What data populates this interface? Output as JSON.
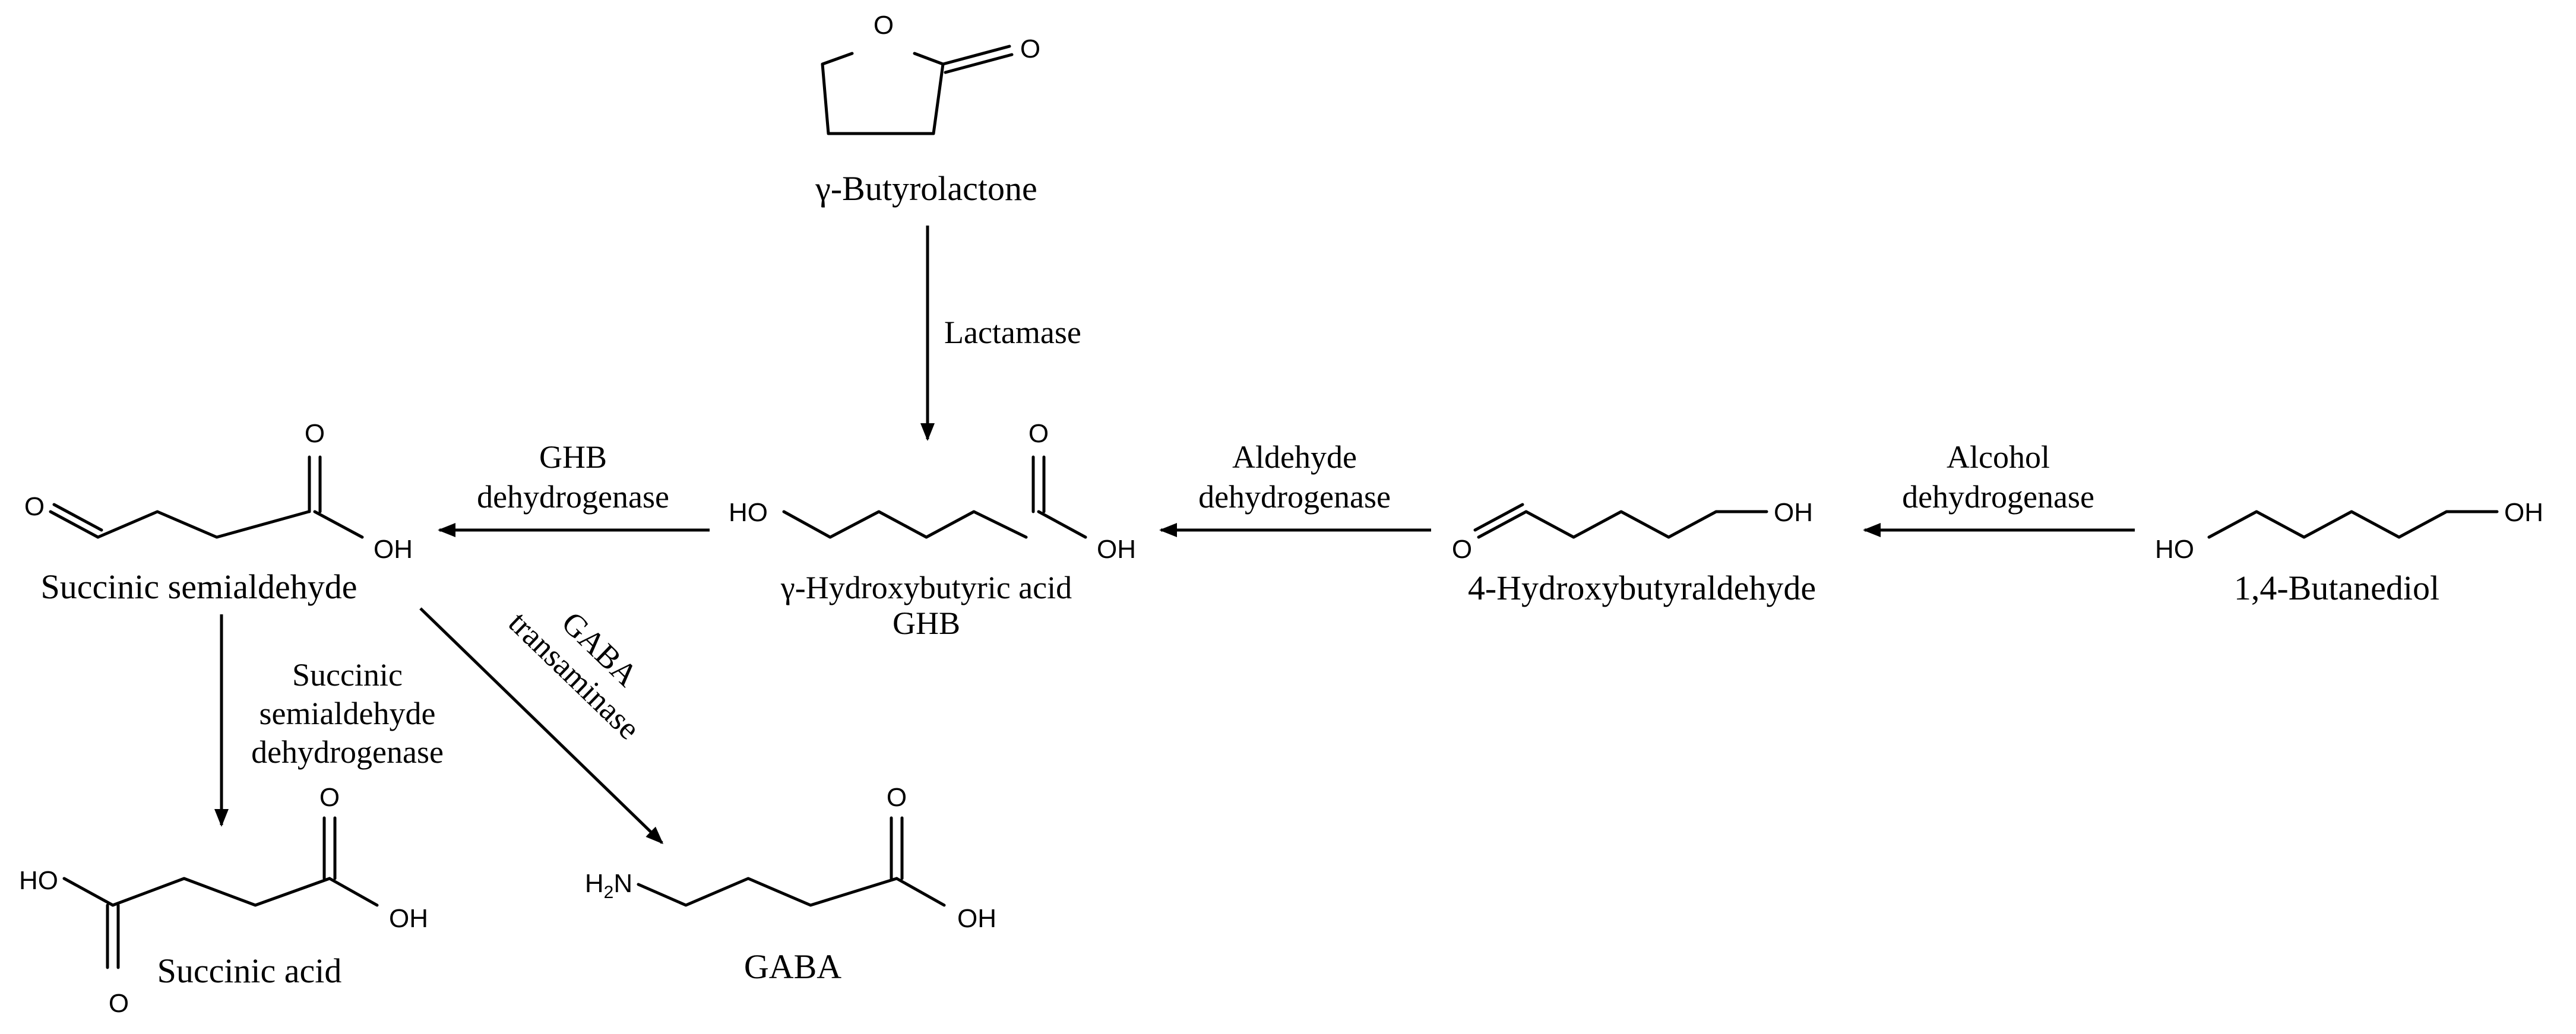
{
  "compounds": {
    "butyrolactone": "γ-Butyrolactone",
    "ghb_name": "γ-Hydroxybutyric acid",
    "ghb_abbr": "GHB",
    "ssa": "Succinic semialdehyde",
    "hydroxybutyraldehyde": "4-Hydroxybutyraldehyde",
    "butanediol": "1,4-Butanediol",
    "succinic_acid": "Succinic acid",
    "gaba": "GABA"
  },
  "enzymes": {
    "lactamase": "Lactamase",
    "ghb_dh_1": "GHB",
    "ghb_dh_2": "dehydrogenase",
    "ald_dh_1": "Aldehyde",
    "ald_dh_2": "dehydrogenase",
    "alc_dh_1": "Alcohol",
    "alc_dh_2": "dehydrogenase",
    "ssa_dh_1": "Succinic",
    "ssa_dh_2": "semialdehyde",
    "ssa_dh_3": "dehydrogenase",
    "gaba_t_1": "GABA",
    "gaba_t_2": "transaminase"
  },
  "atoms": {
    "O": "O",
    "OH": "OH",
    "HO": "HO",
    "H2N_H": "H",
    "H2N_2": "2",
    "H2N_N": "N"
  }
}
